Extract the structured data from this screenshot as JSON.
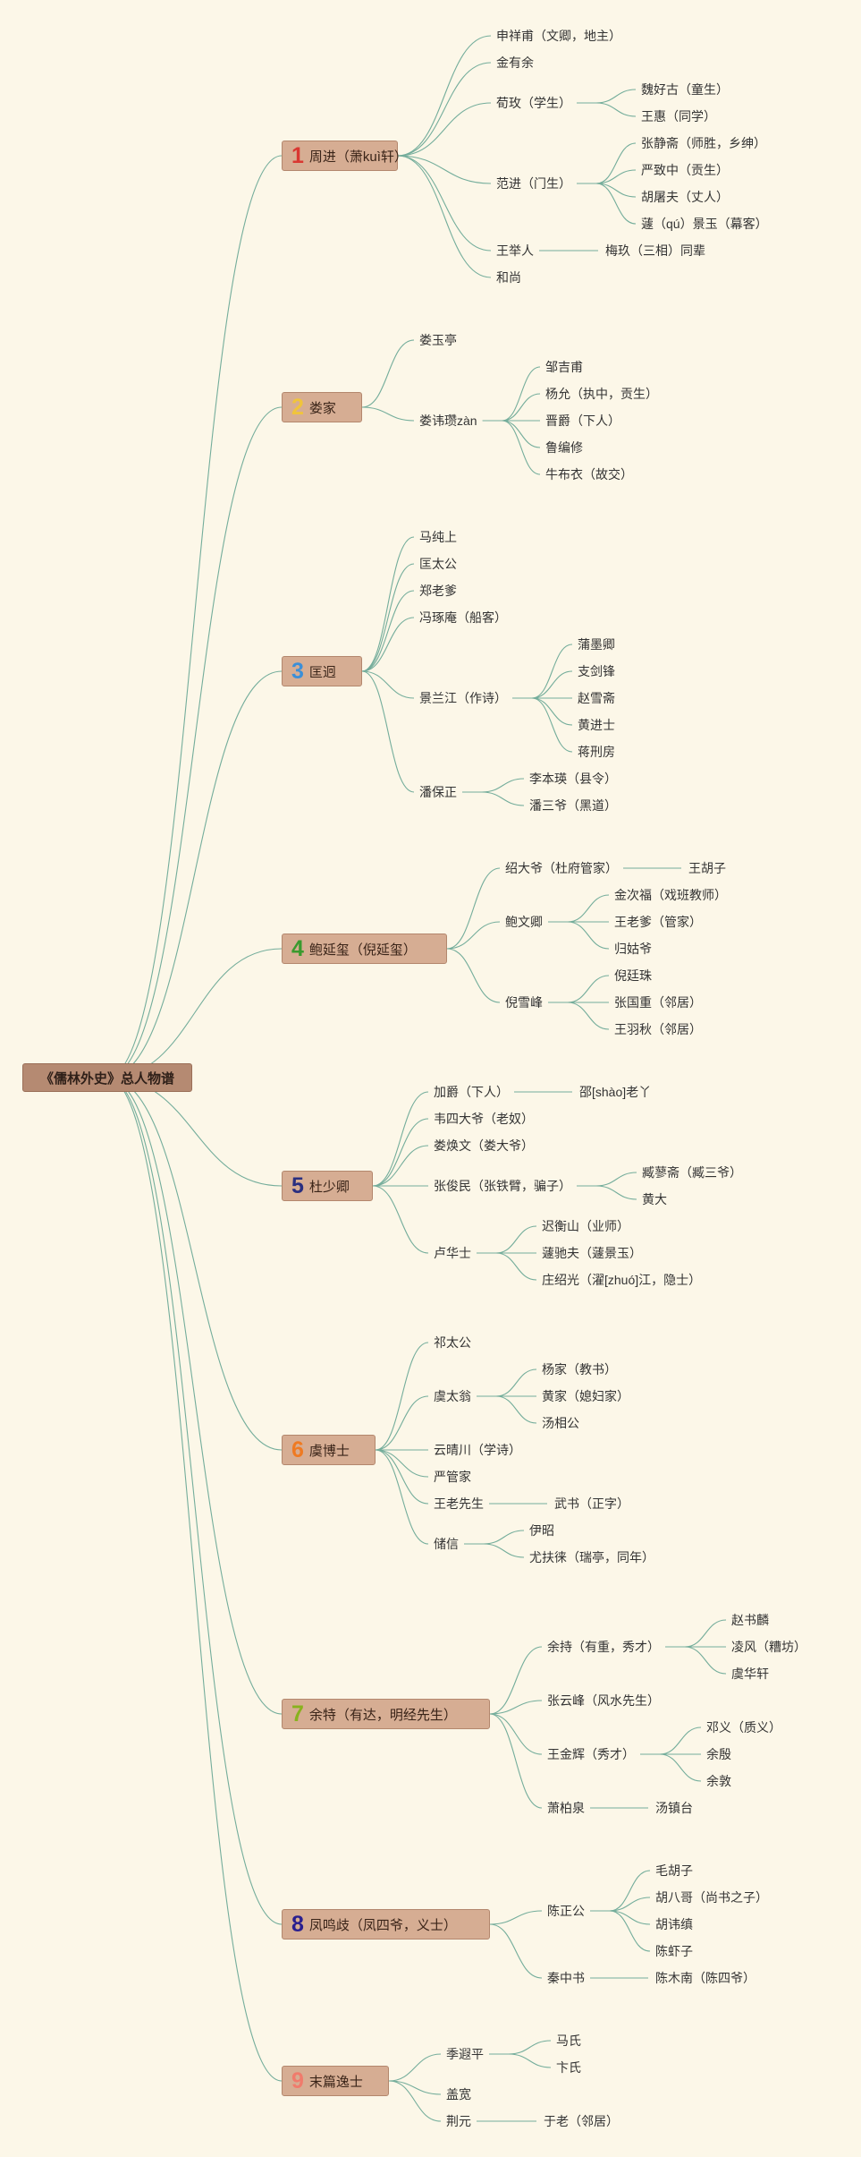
{
  "title": "《儒林外史》总人物谱",
  "colors": {
    "background": "#fcf7e8",
    "branch_box": "#d6ad93",
    "root_box": "#b58a72",
    "line": "#74ad9b"
  },
  "branches": [
    {
      "num": "1",
      "label": "周进（萧kuì轩）",
      "num_color": "#d93832",
      "children": [
        {
          "label": "申祥甫（文卿，地主）"
        },
        {
          "label": "金有余"
        },
        {
          "label": "荀玫（学生）",
          "children": [
            {
              "label": "魏好古（童生）"
            },
            {
              "label": "王惠（同学）"
            }
          ]
        },
        {
          "label": "范进（门生）",
          "children": [
            {
              "label": "张静斋（师胜，乡绅）"
            },
            {
              "label": "严致中（贡生）"
            },
            {
              "label": "胡屠夫（丈人）"
            },
            {
              "label": "蘧（qú）景玉（幕客）"
            }
          ]
        },
        {
          "label": "王举人",
          "children": [
            {
              "label": "梅玖（三相）同辈"
            }
          ]
        },
        {
          "label": "和尚"
        }
      ]
    },
    {
      "num": "2",
      "label": "娄家",
      "num_color": "#f0c43c",
      "children": [
        {
          "label": "娄玉亭"
        },
        {
          "label": "娄讳瓒zàn",
          "children": [
            {
              "label": "邹吉甫"
            },
            {
              "label": "杨允（执中，贡生）"
            },
            {
              "label": "晋爵（下人）"
            },
            {
              "label": "鲁编修"
            },
            {
              "label": "牛布衣（故交）"
            }
          ]
        }
      ]
    },
    {
      "num": "3",
      "label": "匡迥",
      "num_color": "#3b8fd8",
      "children": [
        {
          "label": "马纯上"
        },
        {
          "label": "匡太公"
        },
        {
          "label": "郑老爹"
        },
        {
          "label": "冯琢庵（船客）"
        },
        {
          "label": "景兰江（作诗）",
          "children": [
            {
              "label": "蒲墨卿"
            },
            {
              "label": "支剑锋"
            },
            {
              "label": "赵雪斋"
            },
            {
              "label": "黄进士"
            },
            {
              "label": "蒋刑房"
            }
          ]
        },
        {
          "label": "潘保正",
          "children": [
            {
              "label": "李本瑛（县令）"
            },
            {
              "label": "潘三爷（黑道）"
            }
          ]
        }
      ]
    },
    {
      "num": "4",
      "label": "鲍延玺（倪延玺）",
      "num_color": "#3a9a2e",
      "children": [
        {
          "label": "绍大爷（杜府管家）",
          "children": [
            {
              "label": "王胡子"
            }
          ]
        },
        {
          "label": "鲍文卿",
          "children": [
            {
              "label": "金次福（戏班教师）"
            },
            {
              "label": "王老爹（管家）"
            },
            {
              "label": "归姑爷"
            }
          ]
        },
        {
          "label": "倪雪峰",
          "children": [
            {
              "label": "倪廷珠"
            },
            {
              "label": "张国重（邻居）"
            },
            {
              "label": "王羽秋（邻居）"
            }
          ]
        }
      ]
    },
    {
      "num": "5",
      "label": "杜少卿",
      "num_color": "#2a2f80",
      "children": [
        {
          "label": "加爵（下人）",
          "children": [
            {
              "label": "邵[shào]老丫"
            }
          ]
        },
        {
          "label": "韦四大爷（老奴）"
        },
        {
          "label": "娄焕文（娄大爷）"
        },
        {
          "label": "张俊民（张铁臂，骗子）",
          "children": [
            {
              "label": "臧蓼斋（臧三爷）"
            },
            {
              "label": "黄大"
            }
          ]
        },
        {
          "label": "卢华士",
          "children": [
            {
              "label": "迟衡山（业师）"
            },
            {
              "label": "蘧驰夫（蘧景玉）"
            },
            {
              "label": "庄绍光（濯[zhuó]江，隐士）"
            }
          ]
        }
      ]
    },
    {
      "num": "6",
      "label": "虞博士",
      "num_color": "#ef7a22",
      "children": [
        {
          "label": "祁太公"
        },
        {
          "label": "虞太翁",
          "children": [
            {
              "label": "杨家（教书）"
            },
            {
              "label": "黄家（媳妇家）"
            },
            {
              "label": "汤相公"
            }
          ]
        },
        {
          "label": "云晴川（学诗）"
        },
        {
          "label": "严管家"
        },
        {
          "label": "王老先生",
          "children": [
            {
              "label": "武书（正字）"
            }
          ]
        },
        {
          "label": "储信",
          "children": [
            {
              "label": "伊昭"
            },
            {
              "label": "尤扶徕（瑞亭，同年）"
            }
          ]
        }
      ]
    },
    {
      "num": "7",
      "label": "余特（有达，明经先生）",
      "num_color": "#88b21e",
      "children": [
        {
          "label": "余持（有重，秀才）",
          "children": [
            {
              "label": "赵书麟"
            },
            {
              "label": "凌风（糟坊）"
            },
            {
              "label": "虞华轩"
            }
          ]
        },
        {
          "label": "张云峰（风水先生）"
        },
        {
          "label": "王金辉（秀才）",
          "children": [
            {
              "label": "邓义（质义）"
            },
            {
              "label": "余殷"
            },
            {
              "label": "余敦"
            }
          ]
        },
        {
          "label": "萧柏泉",
          "children": [
            {
              "label": "汤镇台"
            }
          ]
        }
      ]
    },
    {
      "num": "8",
      "label": "凤鸣歧（凤四爷，义士）",
      "num_color": "#2a1f8f",
      "children": [
        {
          "label": "陈正公",
          "children": [
            {
              "label": "毛胡子"
            },
            {
              "label": "胡八哥（尚书之子）"
            },
            {
              "label": "胡讳缜"
            },
            {
              "label": "陈虾子"
            }
          ]
        },
        {
          "label": "秦中书",
          "children": [
            {
              "label": "陈木南（陈四爷）"
            }
          ]
        }
      ]
    },
    {
      "num": "9",
      "label": "末篇逸士",
      "num_color": "#f07b6c",
      "children": [
        {
          "label": "季遐平",
          "children": [
            {
              "label": "马氏"
            },
            {
              "label": "卞氏"
            }
          ]
        },
        {
          "label": "盖宽"
        },
        {
          "label": "荆元",
          "children": [
            {
              "label": "于老（邻居）"
            }
          ]
        }
      ]
    }
  ]
}
